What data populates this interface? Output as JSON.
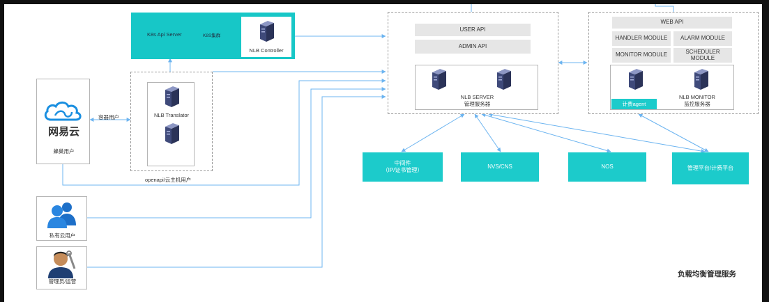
{
  "k8s": {
    "api_server": "K8s Api Server",
    "cluster_label": "K8S集群",
    "controller": "NLB Controller"
  },
  "translator": {
    "title": "NLB Translator",
    "container_user_label": "容器用户",
    "openapi_label": "openapi/云主机用户"
  },
  "netease": {
    "logo_text": "网易云",
    "user_label": "蜂巢用户"
  },
  "private_cloud": {
    "label": "私有云用户"
  },
  "admin": {
    "label": "管理员/运营"
  },
  "server": {
    "user_api": "USER API",
    "admin_api": "ADMIN API",
    "title": "NLB SERVER",
    "subtitle": "管理服务器"
  },
  "monitor": {
    "web_api": "WEB API",
    "handler_module": "HANDLER MODULE",
    "alarm_module": "ALARM MODULE",
    "monitor_module": "MONITOR MODULE",
    "scheduler_module": "SCHEDULER MODULE",
    "title": "NLB MONITOR",
    "subtitle": "监控服务器",
    "agent": "计费agent"
  },
  "services": {
    "middleware": "中间件",
    "middleware_sub": "（IP/证书管理）",
    "nvs": "NVS/CNS",
    "nos": "NOS",
    "billing": "管理平台/计费平台"
  },
  "footer": {
    "title": "负载均衡管理服务"
  },
  "colors": {
    "teal": "#17c7c7",
    "arrow": "#6cb4f0",
    "server": "#3f4a7a"
  }
}
